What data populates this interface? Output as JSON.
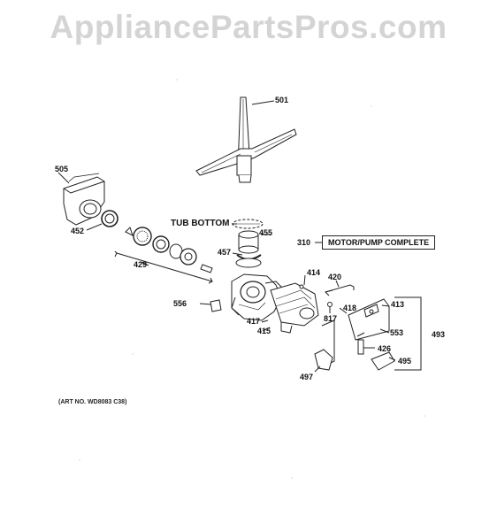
{
  "watermark": "AppliancePartsPros.com",
  "labels": {
    "p501": "501",
    "p505": "505",
    "p452": "452",
    "tub_bottom": "TUB BOTTOM",
    "p455": "455",
    "p310": "310",
    "motor_pump": "MOTOR/PUMP COMPLETE",
    "p429": "429",
    "p457": "457",
    "p414": "414",
    "p420": "420",
    "p556": "556",
    "p418": "418",
    "p413": "413",
    "p817": "817",
    "p417": "417",
    "p415": "415",
    "p553": "553",
    "p493": "493",
    "p426": "426",
    "p495": "495",
    "p497": "497"
  },
  "art_number": "(ART NO. WD8083 C38)"
}
